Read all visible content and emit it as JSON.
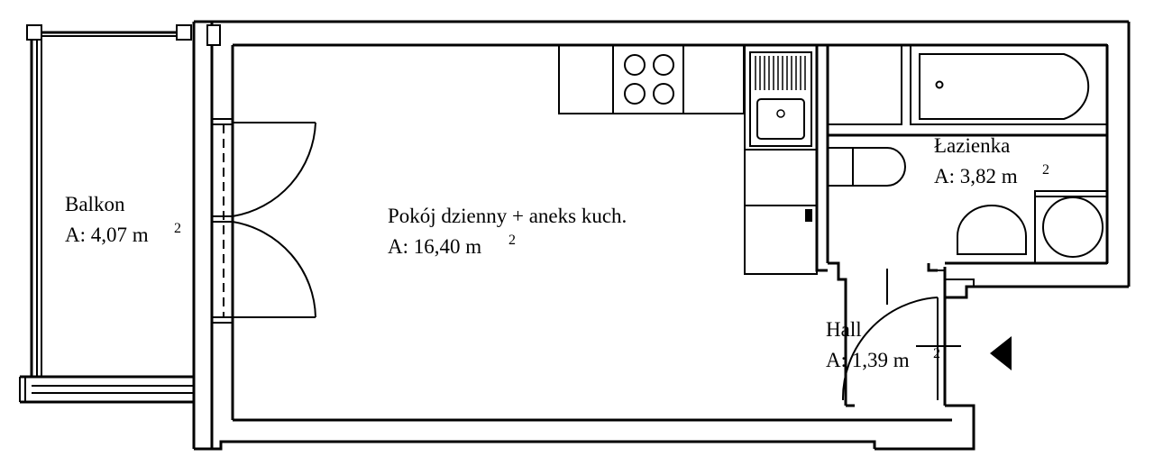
{
  "rooms": {
    "balkon": {
      "name": "Balkon",
      "area_prefix": "A: 4,07 m",
      "area_sup": "2"
    },
    "pokoj": {
      "name": "Pokój dzienny + aneks kuch.",
      "area_prefix": "A: 16,40 m",
      "area_sup": "2"
    },
    "lazienka": {
      "name": "Łazienka",
      "area_prefix": "A: 3,82 m",
      "area_sup": "2"
    },
    "hall": {
      "name": "Hall",
      "area_prefix": "A: 1,39 m",
      "area_sup": "2"
    }
  }
}
